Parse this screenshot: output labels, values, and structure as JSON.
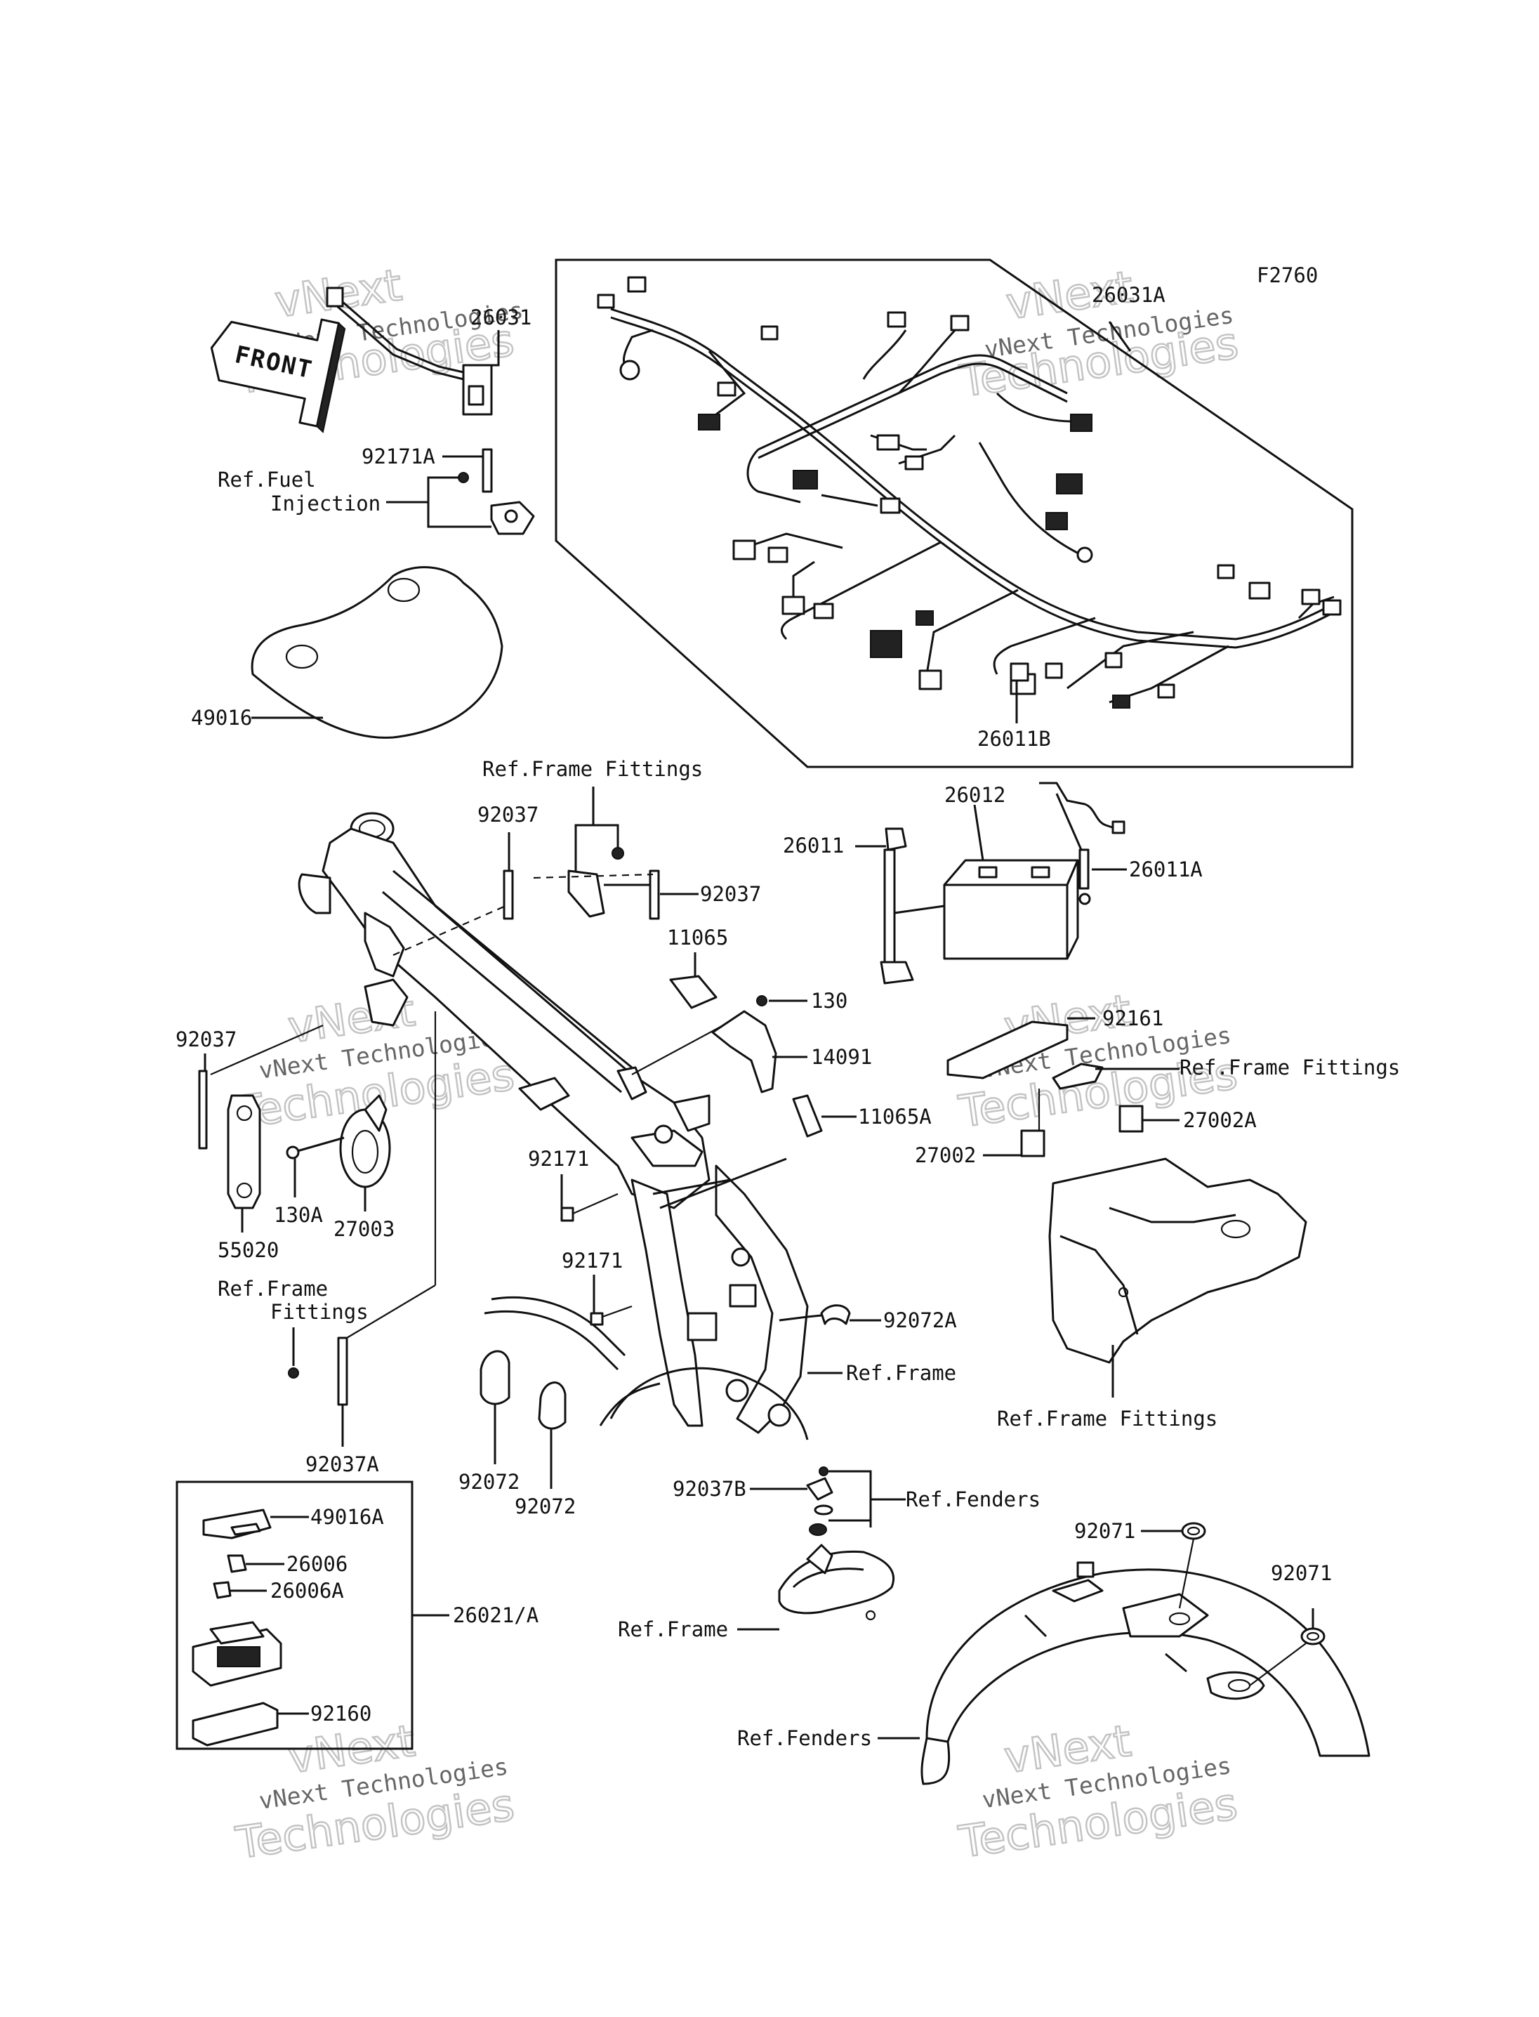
{
  "figure_code": "F2760",
  "front_arrow_label": "FRONT",
  "watermark": {
    "line1": "vNext Technologies",
    "line2": "Technologies",
    "big_top": "vNext"
  },
  "labels": {
    "p26031": "26031",
    "p26031A": "26031A",
    "p92171A": "92171A",
    "ref_fuel_1": "Ref.Fuel",
    "ref_fuel_2": "Injection",
    "p49016": "49016",
    "p26011B": "26011B",
    "ref_frame_fittings_top": "Ref.Frame Fittings",
    "p92037_a": "92037",
    "p92037_b": "92037",
    "p92037_c": "92037",
    "p26012": "26012",
    "p26011": "26011",
    "p26011A": "26011A",
    "p11065": "11065",
    "p130": "130",
    "p14091": "14091",
    "p11065A": "11065A",
    "p92161": "92161",
    "ref_frame_fittings_right": "Ref.Frame Fittings",
    "p27002A": "27002A",
    "p27002": "27002",
    "p92171_a": "92171",
    "p92171_b": "92171",
    "p130A": "130A",
    "p27003": "27003",
    "p55020": "55020",
    "ref_frame_fittings_left_1": "Ref.Frame",
    "ref_frame_fittings_left_2": "Fittings",
    "p92037A": "92037A",
    "p92072A": "92072A",
    "ref_frame_mid": "Ref.Frame",
    "ref_frame_fittings_bottom": "Ref.Frame Fittings",
    "p92072_a": "92072",
    "p92072_b": "92072",
    "p92037B": "92037B",
    "ref_fenders_top": "Ref.Fenders",
    "p49016A": "49016A",
    "p26006": "26006",
    "p26006A": "26006A",
    "p26021A": "26021/A",
    "p92160": "92160",
    "ref_frame_low": "Ref.Frame",
    "p92071_a": "92071",
    "p92071_b": "92071",
    "ref_fenders_low": "Ref.Fenders"
  }
}
